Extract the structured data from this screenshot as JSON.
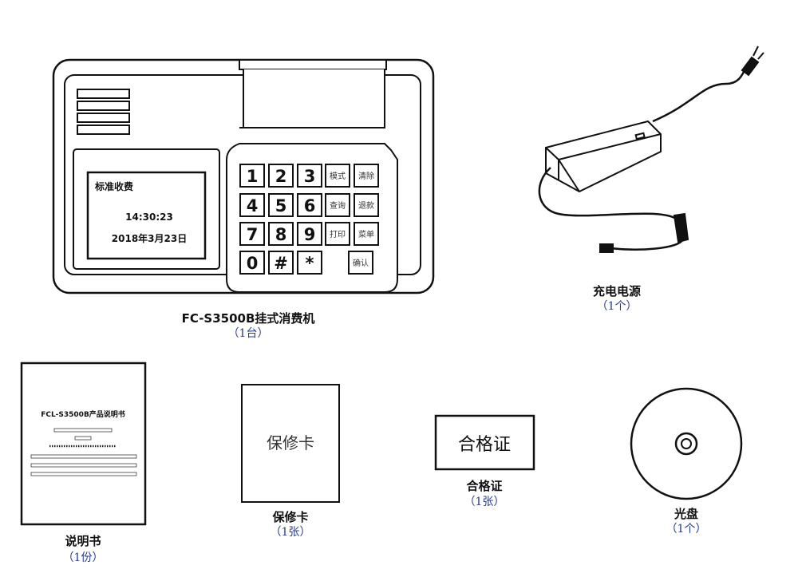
{
  "device": {
    "screen": {
      "mode": "标准收费",
      "time": "14:30:23",
      "date": "2018年3月23日"
    },
    "keys": [
      "1",
      "2",
      "3",
      "4",
      "5",
      "6",
      "7",
      "8",
      "9",
      "0",
      "#",
      "*"
    ],
    "function_keys": [
      "模式",
      "清除",
      "查询",
      "退款",
      "打印",
      "菜单",
      "确认"
    ],
    "caption": "FC-S3500B挂式消费机",
    "qty": "（1台）"
  },
  "adapter": {
    "caption": "充电电源",
    "qty": "（1个）"
  },
  "manual": {
    "cover_title": "FCL-S3500B产品说明书",
    "caption": "说明书",
    "qty": "（1份）"
  },
  "warranty": {
    "card_text": "保修卡",
    "caption": "保修卡",
    "qty": "（1张）"
  },
  "certificate": {
    "card_text": "合格证",
    "caption": "合格证",
    "qty": "（1张）"
  },
  "disc": {
    "caption": "光盘",
    "qty": "（1个）"
  },
  "colors": {
    "line": "#111111",
    "quantity_text": "#2a3c8c"
  }
}
